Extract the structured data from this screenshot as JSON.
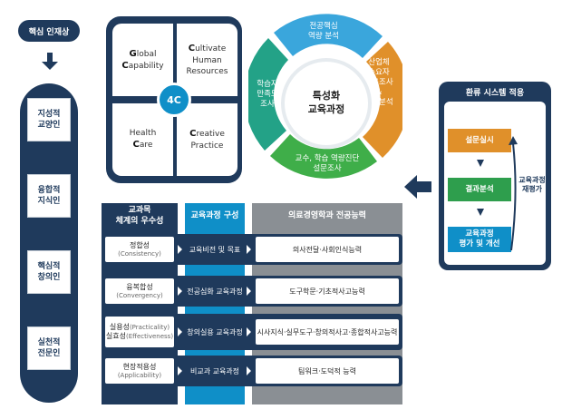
{
  "core_talent": {
    "title": "핵심 인재상",
    "items": [
      "지성적\n교양인",
      "융합적\n지식인",
      "핵심적\n창의인",
      "실천적\n전문인"
    ]
  },
  "four_c": {
    "center": "4C",
    "quadrants": [
      {
        "lead": "G",
        "text1": "lobal",
        "lead2": "C",
        "text2": "apability"
      },
      {
        "lead": "C",
        "text1": "ultivate",
        "lead2": "",
        "text2": "Human\nResources"
      },
      {
        "lead": "",
        "text1": "Health",
        "lead2": "C",
        "text2": "are"
      },
      {
        "lead": "C",
        "text1": "reative",
        "lead2": "",
        "text2": "Practice"
      }
    ]
  },
  "cycle": {
    "center": "특성화\n교육과정",
    "segments": [
      {
        "label": "전공핵심\n역량 분석",
        "color": "#3aa6dc"
      },
      {
        "label": "산업체\n수요자\n요구조사\n&\n직무분석",
        "color": "#e0902a"
      },
      {
        "label": "교수, 학습 역량진단\n설문조사",
        "color": "#3fae49"
      },
      {
        "label": "학습자\n만족도\n조사",
        "color": "#23a287"
      }
    ]
  },
  "circulation": {
    "title": "환류 시스템 적용",
    "steps": [
      "설문실시",
      "결과분석",
      "교육과정\n평가 및 개선"
    ],
    "reevaluation": "교육과정\n재평가"
  },
  "table": {
    "headers": [
      "교과목\n체계의 우수성",
      "교육과정 구성",
      "의료경영학과 전공능력"
    ],
    "rows": [
      {
        "ko": "정합성",
        "en": "(Consistency)",
        "ko2": "",
        "en2": "",
        "course": "교육비전 및 목표",
        "ability": "의사전달·사회인식능력"
      },
      {
        "ko": "융복합성",
        "en": "(Convergency)",
        "ko2": "",
        "en2": "",
        "course": "전공심화 교육과정",
        "ability": "도구학문·기초적사고능력"
      },
      {
        "ko": "실용성",
        "en": "(Practicality)",
        "ko2": "실효성",
        "en2": "(Effectiveness)",
        "course": "창의실용 교육과정",
        "ability": "시사지식·실무도구·창의적사고·종합적사고능력"
      },
      {
        "ko": "현장적용성",
        "en": "(Applicability)",
        "ko2": "",
        "en2": "",
        "course": "비교과 교육과정",
        "ability": "팀워크·도덕적 능력"
      }
    ]
  },
  "colors": {
    "navy": "#1f3a5c",
    "blue": "#0f8fc8",
    "gray": "#8a8f94",
    "orange": "#e0902a",
    "green": "#2e9e4d"
  }
}
